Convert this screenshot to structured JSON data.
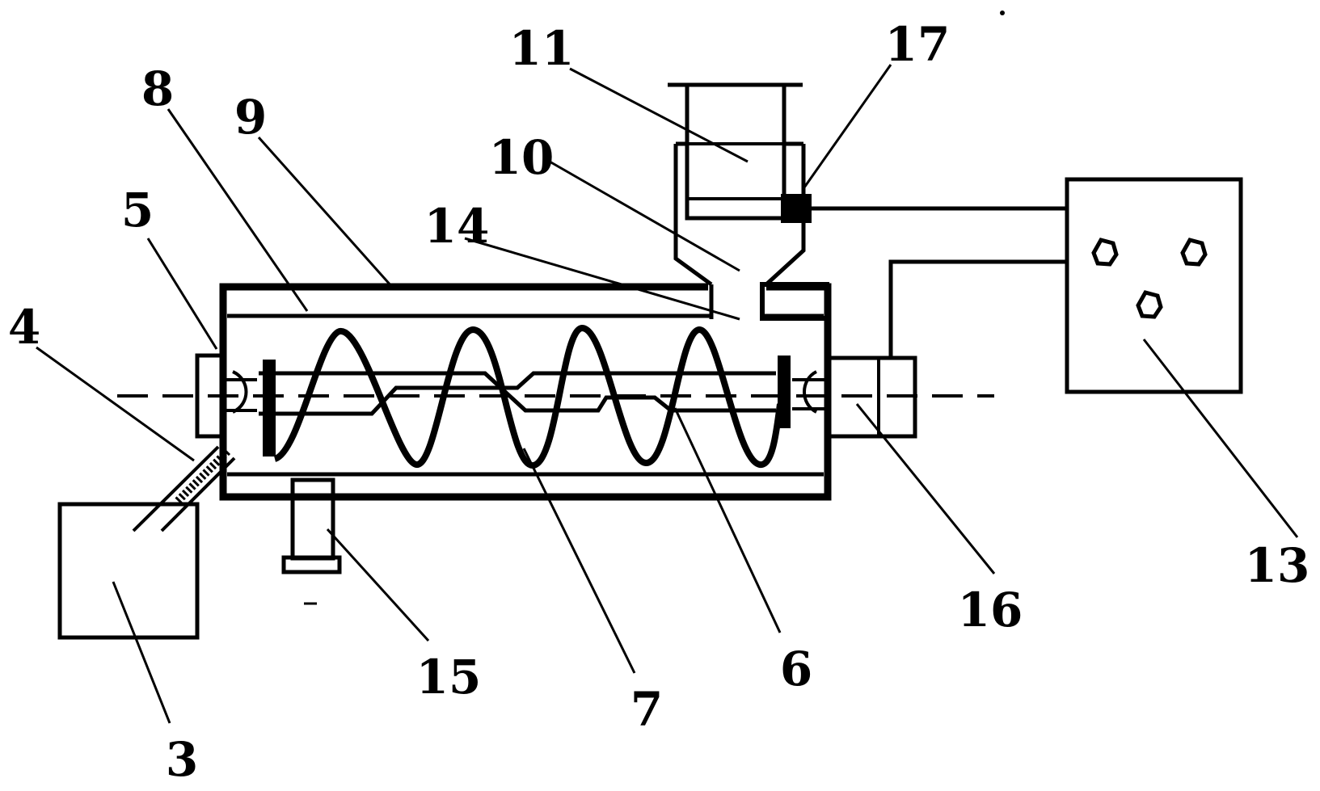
{
  "diagram": {
    "labels": [
      "3",
      "4",
      "5",
      "6",
      "7",
      "8",
      "9",
      "10",
      "11",
      "13",
      "14",
      "15",
      "16",
      "17"
    ]
  }
}
